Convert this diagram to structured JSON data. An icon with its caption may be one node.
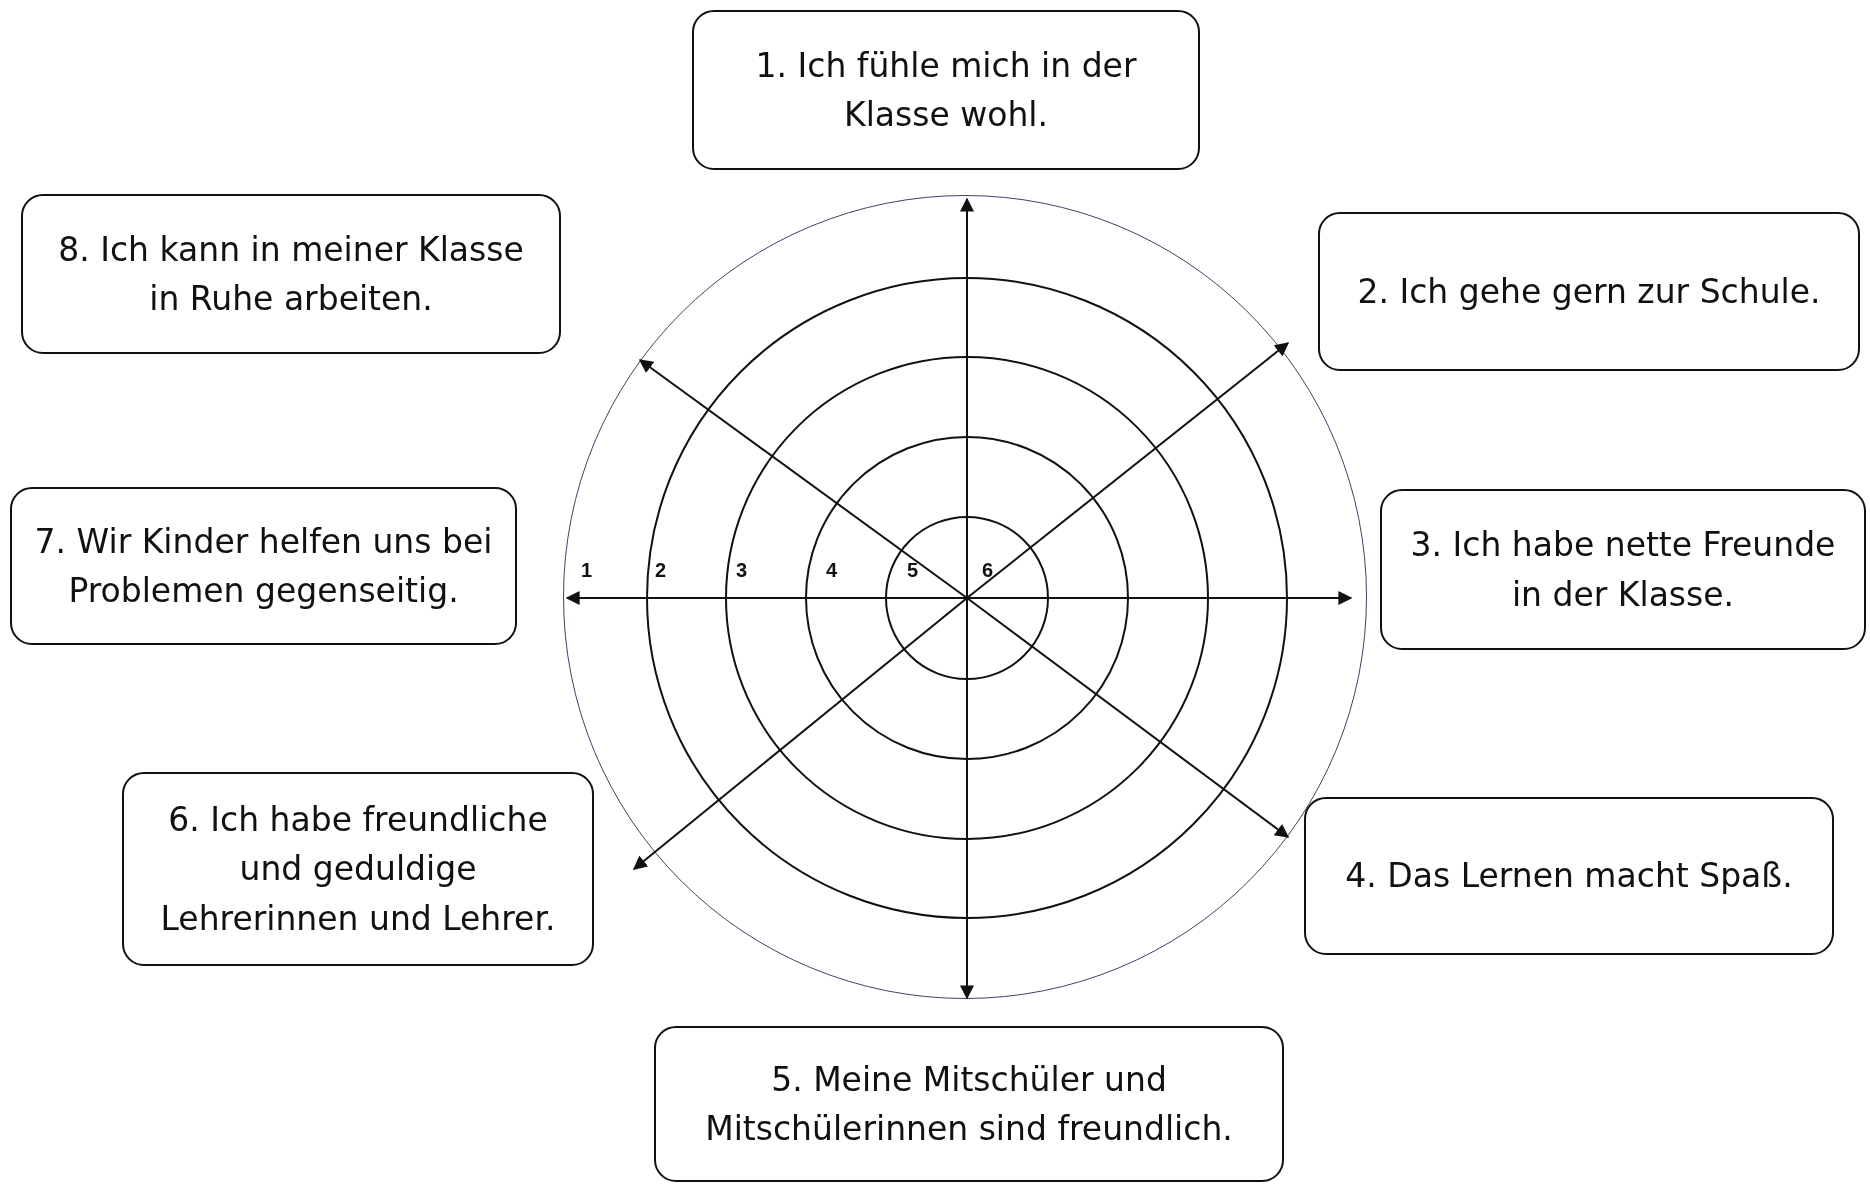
{
  "diagram": {
    "nodes": [
      {
        "text": [
          "1. Ich fühle mich in der Klasse wohl."
        ]
      },
      {
        "text": [
          "2. Ich gehe gern zur Schule."
        ]
      },
      {
        "text": [
          "3. Ich habe nette Freunde in der Klasse."
        ]
      },
      {
        "text": [
          "4. Das Lernen macht Spaß."
        ]
      },
      {
        "text": [
          "5. Meine Mitschüler und Mitschülerinnen sind freundlich."
        ]
      },
      {
        "text": [
          "6. Ich habe freundliche und geduldige Lehrerinnen und Lehrer."
        ]
      },
      {
        "text": [
          "7. Wir Kinder helfen uns bei Problemen gegenseitig."
        ]
      },
      {
        "text": [
          "8. Ich kann in meiner Klasse in Ruhe arbeiten."
        ]
      },
      {
        "text": [],
        "shape": "circle"
      }
    ],
    "labels": [
      "1",
      "2",
      "3",
      "4",
      "5",
      "6"
    ]
  }
}
